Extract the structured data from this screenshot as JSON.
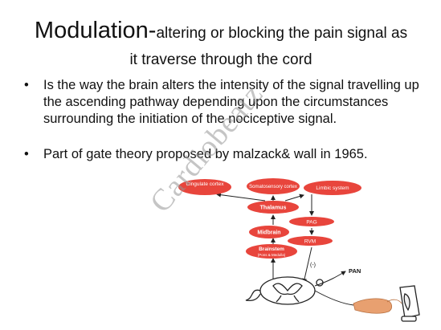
{
  "slide": {
    "title_main": "Modulation-",
    "title_rest_line1": "altering or blocking the pain signal as",
    "title_rest_line2": "it traverse through the cord",
    "bullets": [
      {
        "marker": "•",
        "text": "Is the way the brain alters the intensity of the signal travelling up the ascending pathway depending upon the circumstances surrounding the initiation of the nociceptive signal."
      },
      {
        "marker": "•",
        "text": "Part of gate theory proposed by malzack& wall in 1965."
      }
    ],
    "watermark": "Cardiobeatz",
    "colors": {
      "node_fill": "#e8453c",
      "arrow": "#222222",
      "text": "#111111",
      "hand": "#e8a070"
    }
  },
  "diagram": {
    "nodes": {
      "cingulate": "Cingulate cortex",
      "somato": "Somatosensory cortex",
      "limbic": "Limbic system",
      "thalamus": "Thalamus",
      "pag": "PAG",
      "midbrain": "Midbrain",
      "rvm": "RVM",
      "brainstem_l1": "Brainstem",
      "brainstem_l2": "(Pons & Medulla)"
    },
    "minus_label": "(-)",
    "pan_label": "PAN"
  }
}
